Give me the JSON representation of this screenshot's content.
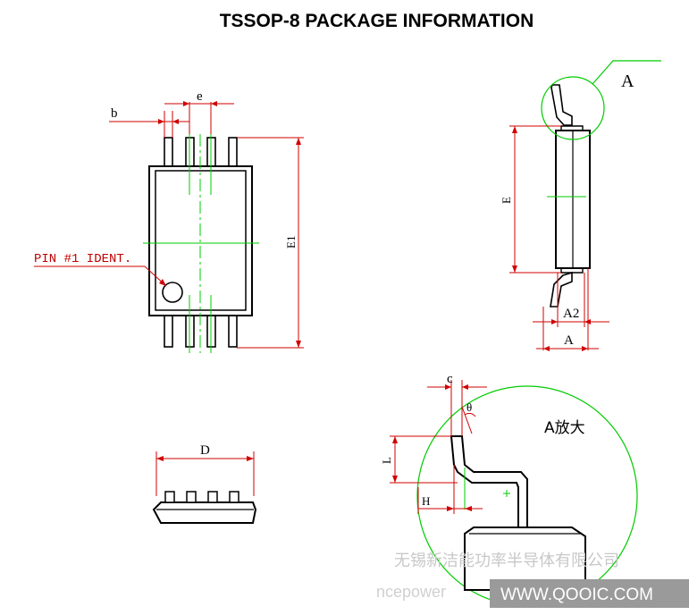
{
  "title": "TSSOP-8 PACKAGE INFORMATION",
  "top_view": {
    "label_b": "b",
    "label_e": "e",
    "label_E1": "E1",
    "pin1_label": "PIN #1 IDENT."
  },
  "side_view": {
    "label_E": "E",
    "label_A2": "A2",
    "label_A": "A",
    "detail_callout": "A"
  },
  "end_view": {
    "label_D": "D"
  },
  "detail_view": {
    "title": "A放大",
    "label_c": "c",
    "label_theta": "θ",
    "label_L": "L",
    "label_H": "H"
  },
  "watermarks": {
    "company_cn": "无锡新洁能功率半导体有限公司",
    "brand": "ncepower",
    "site": "WWW.QOOIC.COM"
  },
  "colors": {
    "outline": "#000000",
    "dimension": "#d00000",
    "centerline": "#00cc00",
    "watermark_band": "#9a9a9a"
  }
}
